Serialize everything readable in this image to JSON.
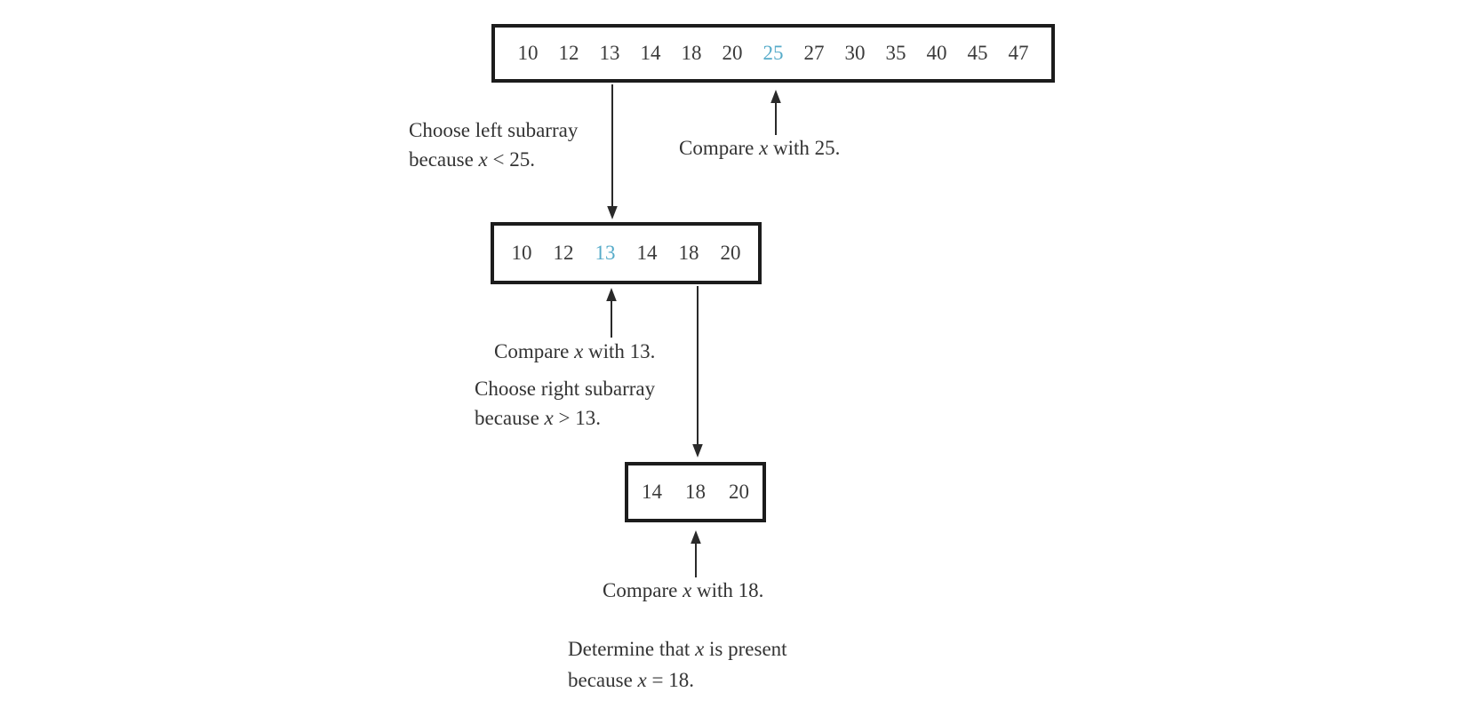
{
  "colors": {
    "highlight": "#56abc9",
    "ink": "#333333",
    "border": "#1c1c1c",
    "background": "#ffffff"
  },
  "arrays": {
    "full": {
      "values": [
        "10",
        "12",
        "13",
        "14",
        "18",
        "20",
        {
          "t": "25",
          "hl": true
        },
        "27",
        "30",
        "35",
        "40",
        "45",
        "47"
      ]
    },
    "left": {
      "values": [
        "10",
        "12",
        {
          "t": "13",
          "hl": true
        },
        "14",
        "18",
        "20"
      ]
    },
    "right": {
      "values": [
        "14",
        "18",
        "20"
      ]
    }
  },
  "labels": {
    "choose_left": {
      "line1": "Choose left subarray",
      "line2": "because x < 25."
    },
    "compare_25": "Compare x with 25.",
    "compare_13": "Compare x with 13.",
    "choose_right": {
      "line1": "Choose right subarray",
      "line2": "because x > 13."
    },
    "compare_18": "Compare x with 18.",
    "determine": {
      "line1": "Determine that x is present",
      "line2": "because x = 18."
    }
  }
}
